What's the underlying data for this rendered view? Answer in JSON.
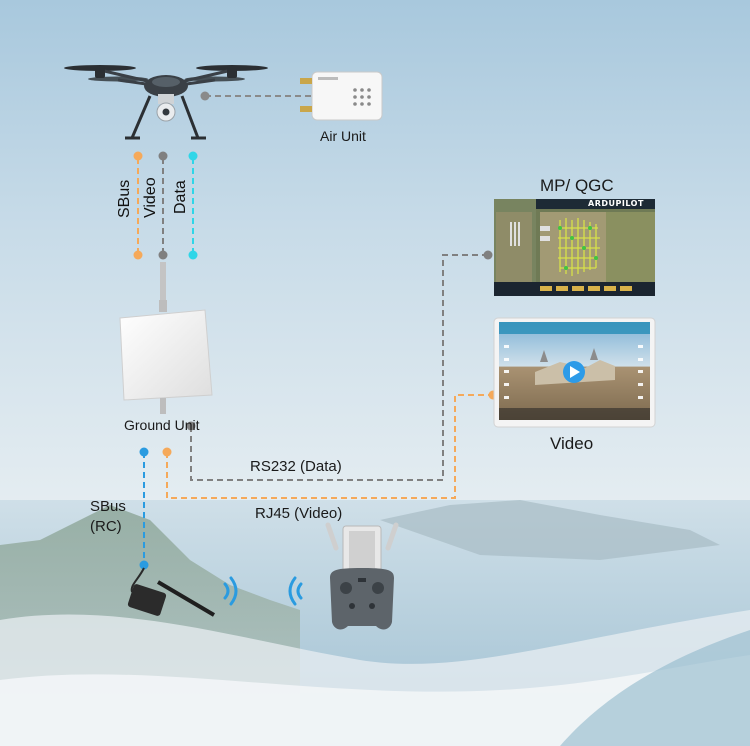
{
  "labels": {
    "air_unit": "Air Unit",
    "ground_unit": "Ground Unit",
    "mp_qgc": "MP/ QGC",
    "video": "Video",
    "rs232": "RS232 (Data)",
    "rj45": "RJ45 (Video)",
    "sbus_rc_line1": "SBus",
    "sbus_rc_line2": "(RC)"
  },
  "drone_lines": {
    "sbus": "SBus",
    "video": "Video",
    "data": "Data"
  },
  "mp_screen": {
    "brand": "ARDUPILOT"
  },
  "colors": {
    "orange": "#f5a95a",
    "gray": "#808080",
    "cyan": "#2fd6e8",
    "blue": "#2a9be0",
    "drone_body": "#3a4046",
    "ground_unit": "#f1f1ef"
  },
  "icons": {
    "drone": "drone-icon",
    "air_unit": "air-unit-icon",
    "ground_unit": "ground-unit-icon",
    "receiver": "rc-receiver-icon",
    "remote": "remote-controller-icon",
    "wifi": "wireless-signal-icon",
    "play": "play-icon"
  }
}
